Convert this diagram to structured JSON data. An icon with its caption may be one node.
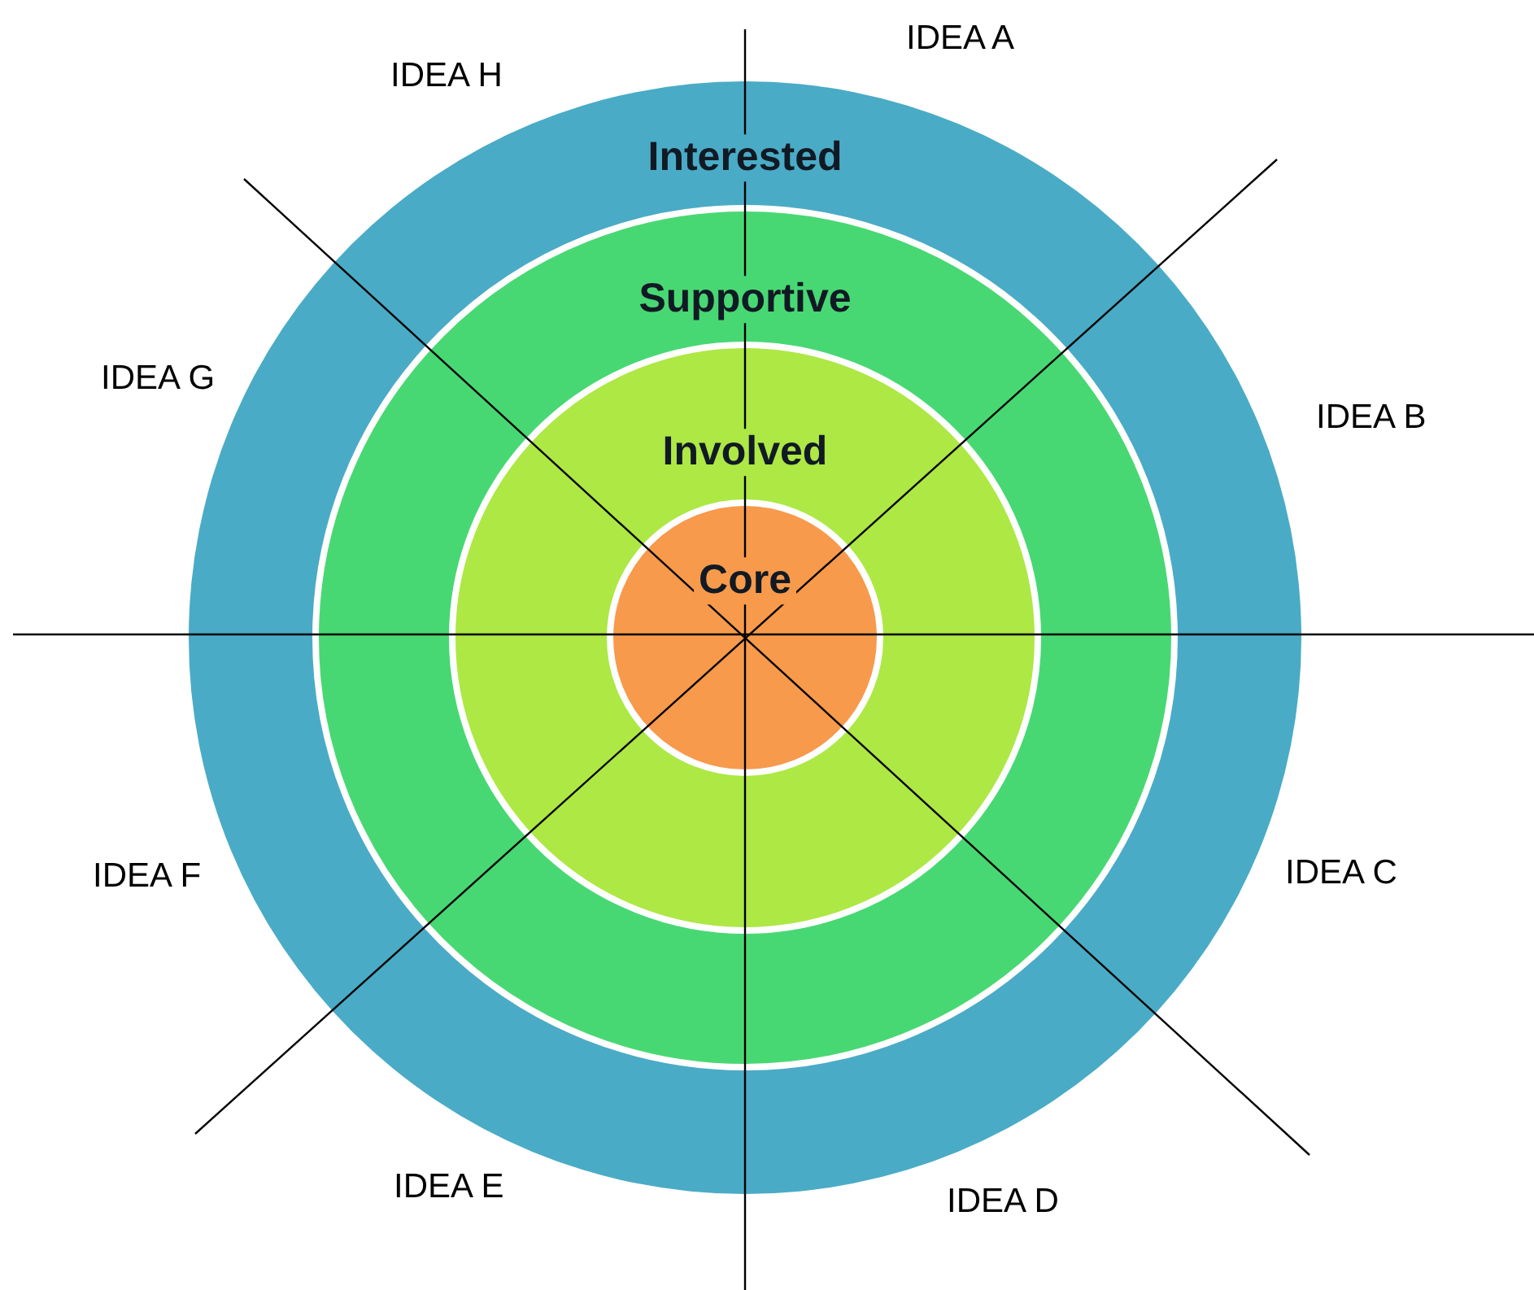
{
  "diagram": {
    "nodes": [
      {
        "text": [
          "Interested"
        ]
      },
      {
        "text": [
          "Supportive"
        ],
        "in": 0
      },
      {
        "text": [
          "Involved"
        ],
        "in": 1
      },
      {
        "text": [
          "Core"
        ],
        "in": 2
      }
    ],
    "labels": [
      "IDEA A",
      "IDEA B",
      "IDEA C",
      "IDEA D",
      "IDEA E",
      "IDEA F",
      "IDEA G",
      "IDEA H"
    ]
  }
}
